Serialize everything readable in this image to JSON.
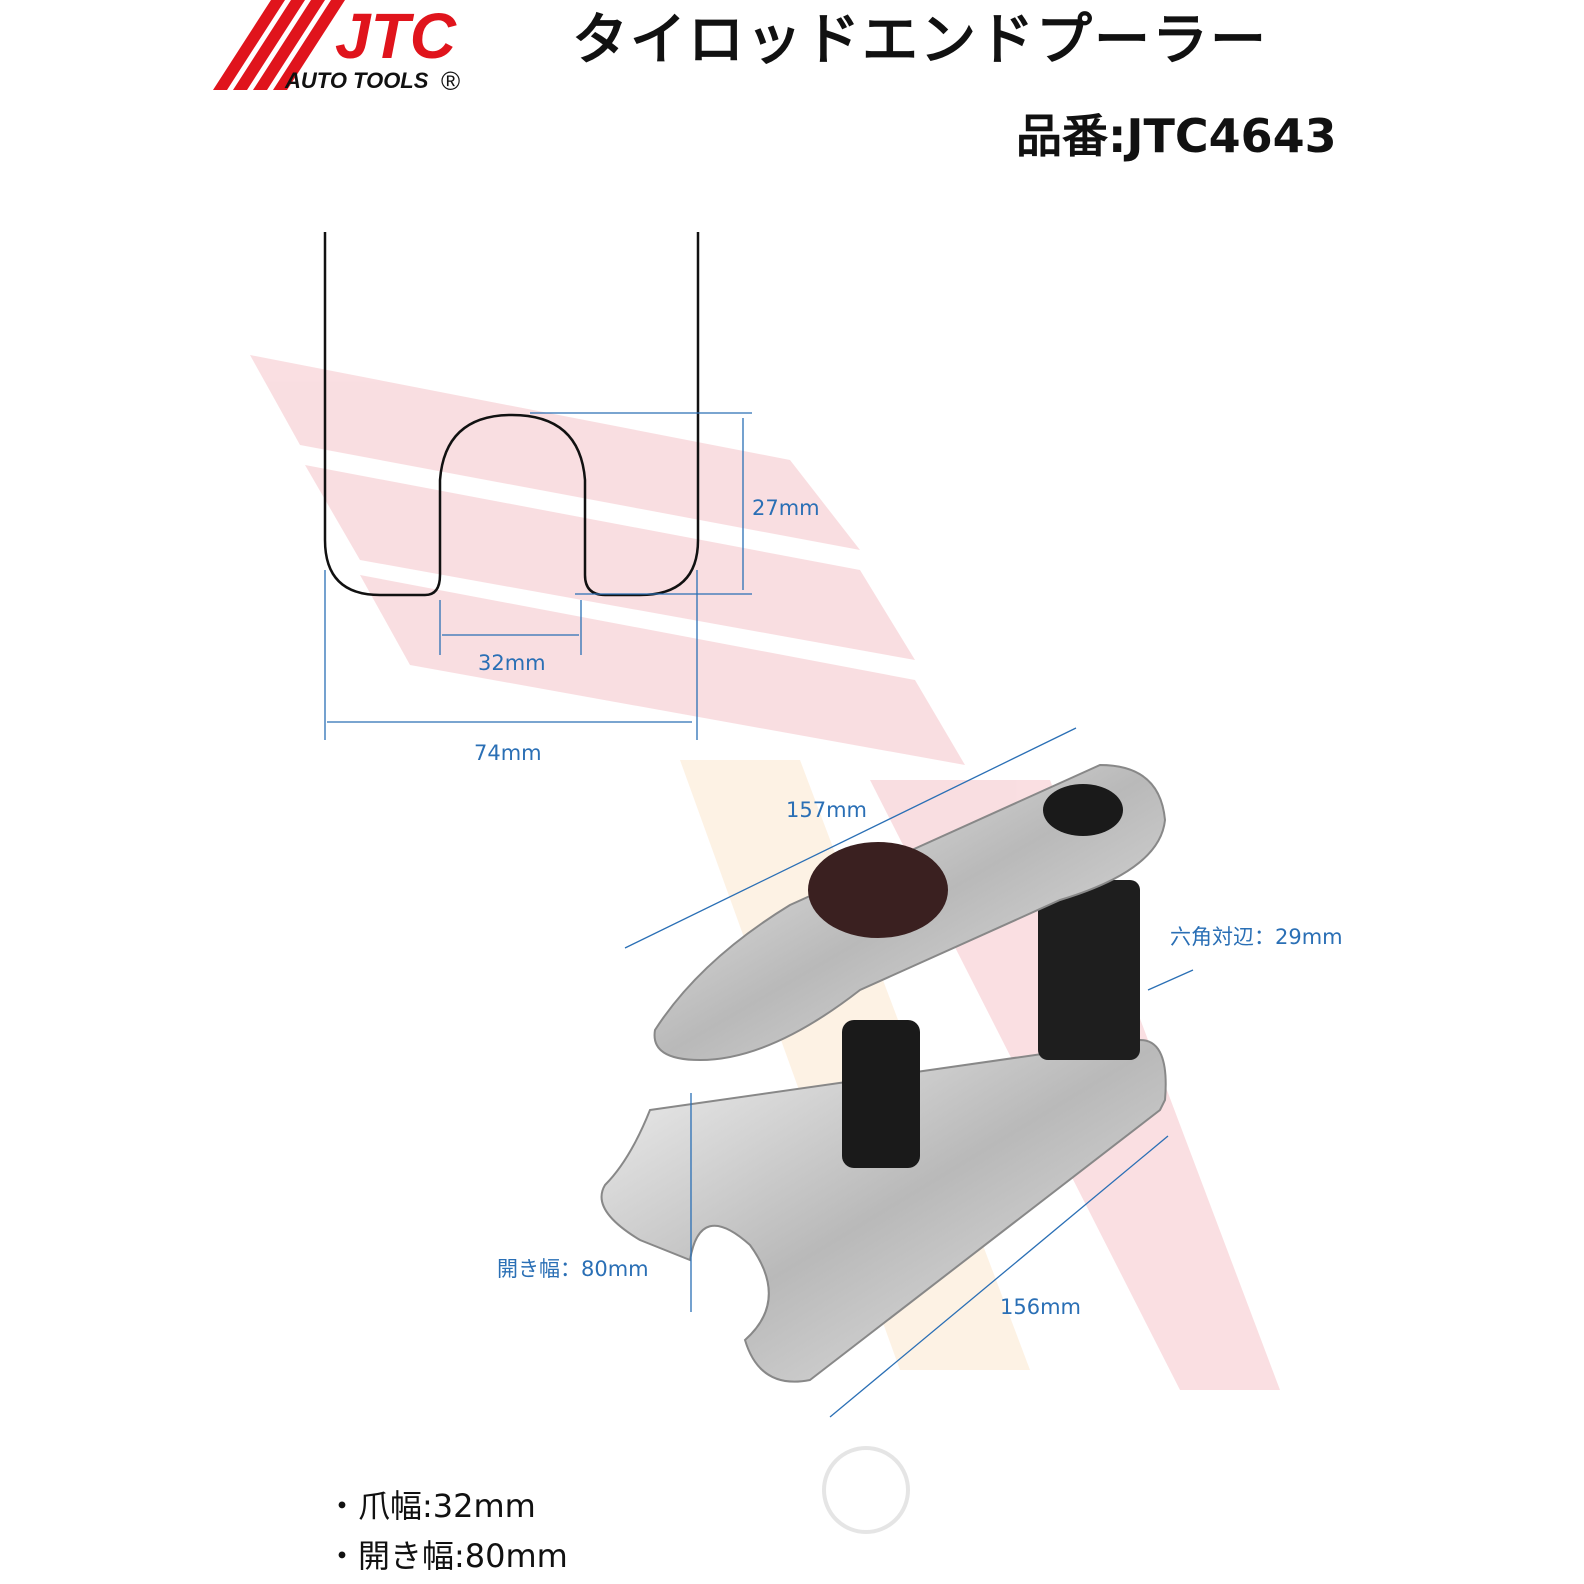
{
  "logo": {
    "brand": "JTC",
    "subtitle": "AUTO TOOLS",
    "registered": "®"
  },
  "header": {
    "title": "タイロッドエンドプーラー",
    "part_number": "品番:JTC4643"
  },
  "diagram": {
    "claw_depth": "27mm",
    "claw_width": "32mm",
    "overall_width": "74mm",
    "upper_length": "157mm",
    "hex_size": "六角対辺：29mm",
    "opening": "開き幅：80mm",
    "lower_length": "156mm"
  },
  "specs": [
    "・爪幅:32mm",
    "・開き幅:80mm"
  ],
  "colors": {
    "brand_red": "#e0141c",
    "dimension_blue": "#2a6fb5",
    "watermark_pink": "#f6d5d8"
  }
}
